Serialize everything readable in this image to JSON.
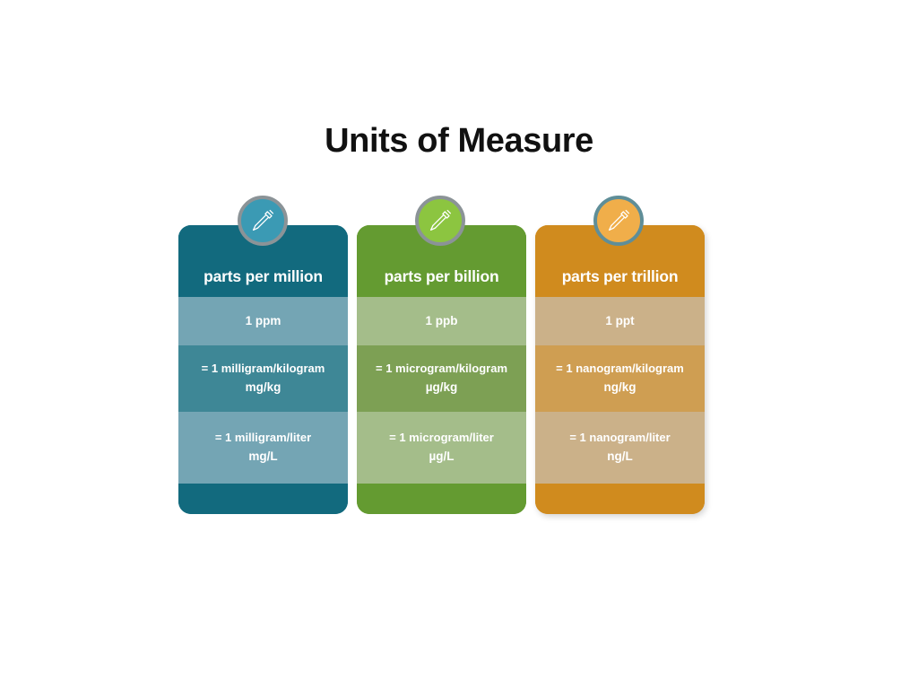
{
  "title": "Units of Measure",
  "columns": [
    {
      "icon": "dropper-icon",
      "header": "parts per million",
      "unit": "1 ppm",
      "mass_ratio": "= 1 milligram/kilogram",
      "mass_symbol": "mg/kg",
      "volume_ratio": "= 1 milligram/liter",
      "volume_symbol": "mg/L",
      "colors": {
        "dark": "#126a7e",
        "medium": "#3e8796",
        "light": "#74a5b4",
        "badge_fill": "#3b9ab4",
        "badge_ring": "#8b9397"
      }
    },
    {
      "icon": "dropper-icon",
      "header": "parts per billion",
      "unit": "1 ppb",
      "mass_ratio": "= 1 microgram/kilogram",
      "mass_symbol": "µg/kg",
      "volume_ratio": "= 1 microgram/liter",
      "volume_symbol": "µg/L",
      "colors": {
        "dark": "#649b31",
        "medium": "#7da054",
        "light": "#a4bd8a",
        "badge_fill": "#8cc540",
        "badge_ring": "#8b9397"
      }
    },
    {
      "icon": "dropper-icon",
      "header": "parts per trillion",
      "unit": "1 ppt",
      "mass_ratio": "= 1 nanogram/kilogram",
      "mass_symbol": "ng/kg",
      "volume_ratio": "= 1 nanogram/liter",
      "volume_symbol": "ng/L",
      "colors": {
        "dark": "#d08b1e",
        "medium": "#cf9e52",
        "light": "#cbb189",
        "badge_fill": "#f0ae4a",
        "badge_ring": "#5f8e98"
      }
    }
  ]
}
